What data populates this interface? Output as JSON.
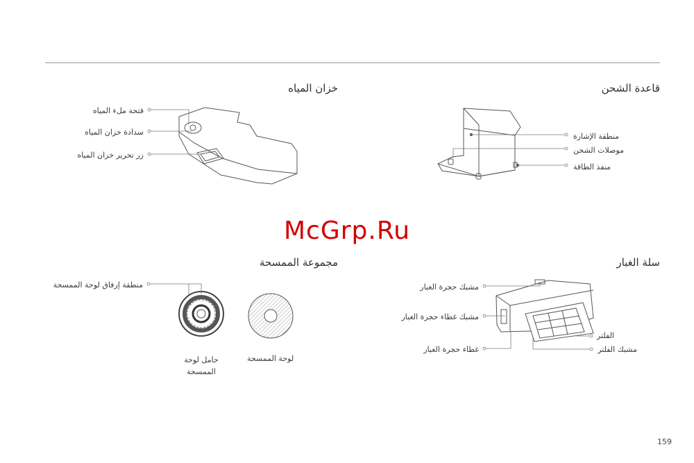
{
  "sections": {
    "charging_base": {
      "title": "قاعدة الشحن",
      "labels": [
        "منطقة الإشارة",
        "موصلات الشحن",
        "منفذ الطاقة"
      ]
    },
    "water_tank": {
      "title": "خزان المياه",
      "labels": [
        "فتحة ملء المياه",
        "سدادة خزان المياه",
        "زر تحرير خزان المياه"
      ]
    },
    "dustbin": {
      "title": "سلة الغبار",
      "labels": [
        "مشبك حجرة الغبار",
        "مشبك غطاء حجرة الغبار",
        "غطاء حجرة الغبار",
        "الفلتر",
        "مشبك الفلتر"
      ]
    },
    "mop_assembly": {
      "title": "مجموعة الممسحة",
      "labels": [
        "منطقة إرفاق لوحة الممسحة",
        "حامل لوحة الممسحة",
        "لوحة الممسحة"
      ]
    }
  },
  "watermark": "McGrp.Ru",
  "page_number": "159"
}
